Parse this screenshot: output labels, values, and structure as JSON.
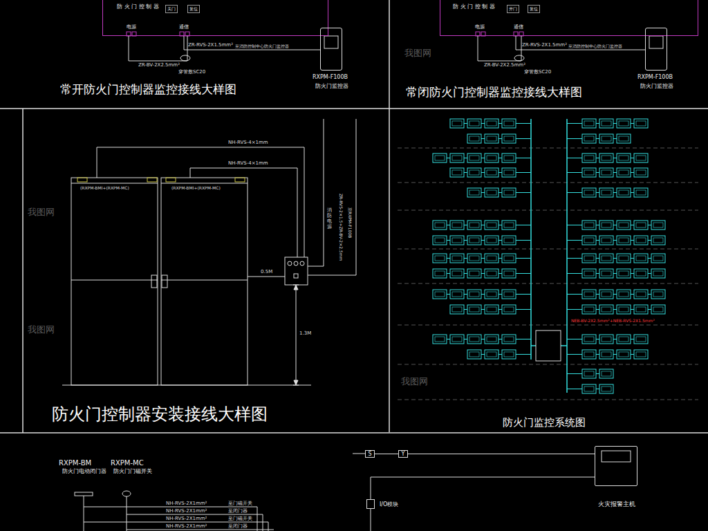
{
  "diagram": {
    "nodes": [
      {
        "text": [
          "防 火 门 控 制 器",
          "电源",
          "通信"
        ]
      },
      {
        "text": [
          "关门"
        ],
        "in": 0
      },
      {
        "text": [
          "复位"
        ],
        "in": 0
      },
      {
        "text": [
          "RXPM-F100B",
          "防火门监控器"
        ]
      },
      {
        "text": [
          "防 火 门 控 制 器",
          "电源",
          "通信"
        ]
      },
      {
        "text": [
          "开门"
        ],
        "in": 4
      },
      {
        "text": [
          "复位"
        ],
        "in": 4
      },
      {
        "text": [
          "RXPM-F100B",
          "防火门监控器"
        ]
      },
      {
        "text": [
          "S"
        ]
      },
      {
        "text": [
          "Y"
        ]
      },
      {
        "text": [
          "I/O模块"
        ]
      },
      {
        "text": [
          "火灾报警主机"
        ]
      }
    ],
    "edges": [
      {
        "from": 0,
        "to": 3,
        "label": "ZR-RVS-2X1.5mm²",
        "arrow": "none"
      },
      {
        "from": 4,
        "to": 7,
        "label": "ZR-RVS-2X1.5mm²",
        "arrow": "none"
      },
      {
        "from": 8,
        "to": 9,
        "arrow": "none"
      },
      {
        "from": 9,
        "to": 11,
        "arrow": "none"
      },
      {
        "from": 10,
        "to": 11,
        "arrow": "none"
      }
    ],
    "labels": [
      "常开防火门控制器监控接线大样图",
      "至消防控制中心防火门监控器",
      "ZR-BV-2X2.5mm²",
      "穿管敷SC20",
      "常闭防火门控制器监控接线大样图",
      "至消防控制中心防火门监控器",
      "ZR-BV-2X2.5mm²",
      "穿管敷SC20",
      "防火门控制器安装接线大样图",
      "NH-RVS-4×1mm",
      "NH-RVS-4×1mm",
      "(RXPM-BMI+(RXPM-MC)",
      "(RXPM-BMI+(RXPM-MC)",
      "消防电源",
      "ZR-RVS-2×1.5+ZR-BV-2×2.5mm",
      "至RXPM-F100B",
      "0.5M",
      "1.3M",
      "防火门监控系统图",
      "NEB-BV-2X2.5mm²+NEB-RVS-2X1.5mm²",
      "RXPM-BM",
      "RXPM-MC",
      "防火门电动闭门器",
      "防火门门磁开关",
      "NH-RVS-2X1mm²",
      "至门磁开关",
      "NH-RVS-2X1mm²",
      "至闭门器",
      "NH-RVS-2X1mm²",
      "至门磁开关",
      "NH-RVS-2X1mm²",
      "至闭门器",
      "我图网",
      "我图网",
      "我图网",
      "我图网"
    ]
  }
}
